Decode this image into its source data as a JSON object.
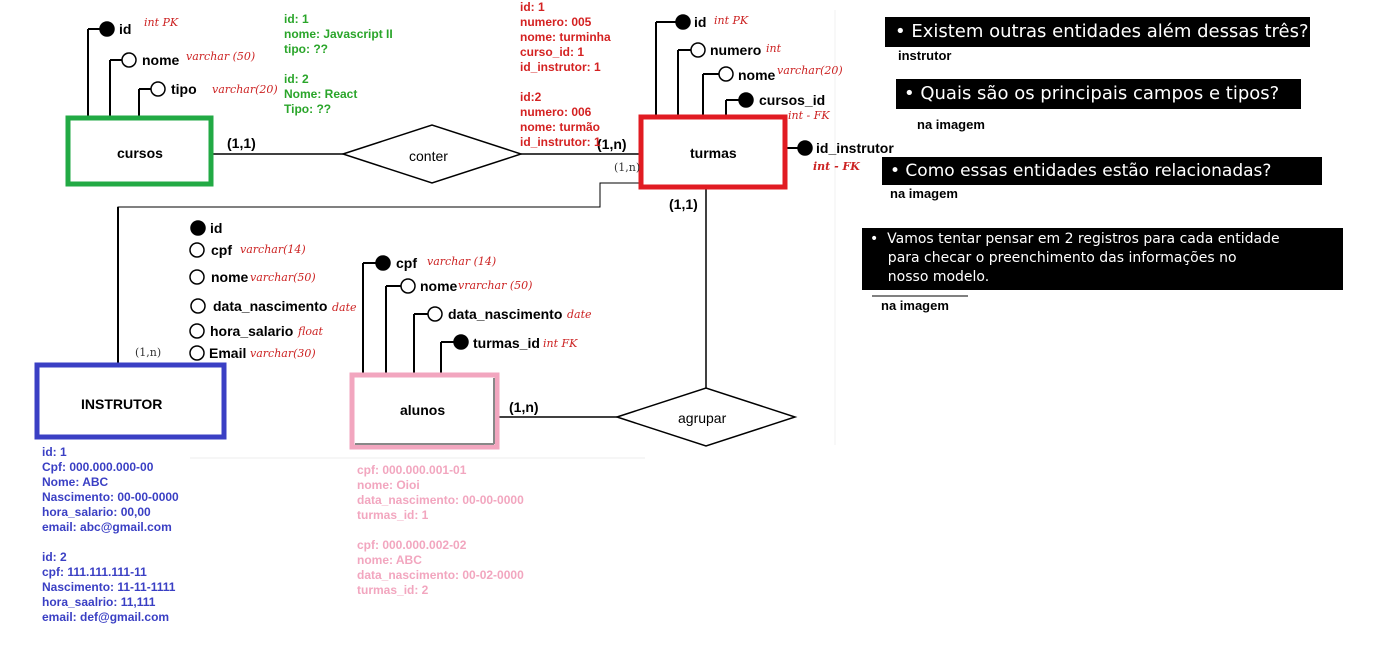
{
  "entities": {
    "cursos": "cursos",
    "turmas": "turmas",
    "instrutor": "INSTRUTOR",
    "alunos": "alunos"
  },
  "relationships": {
    "conter": "conter",
    "agrupar": "agrupar"
  },
  "cardinalities": {
    "cursos_conter": "(1,1)",
    "conter_turmas": "(1,n)",
    "turmas_instrutor_small": "(1,n)",
    "turmas_agrupar": "(1,1)",
    "instrutor_small": "(1,n)",
    "alunos_agrupar": "(1,n)"
  },
  "attributes": {
    "cursos": [
      {
        "name": "id",
        "type": "int  PK",
        "key": true
      },
      {
        "name": "nome",
        "type": "varchar (50)",
        "key": false
      },
      {
        "name": "tipo",
        "type": "varchar(20)",
        "key": false
      }
    ],
    "turmas": [
      {
        "name": "id",
        "type": "int  PK",
        "key": true
      },
      {
        "name": "numero",
        "type": "int",
        "key": false
      },
      {
        "name": "nome",
        "type": "varchar(20)",
        "key": false
      },
      {
        "name": "cursos_id",
        "type": "int - FK",
        "key": true
      },
      {
        "name": "id_instrutor",
        "type": "int - FK",
        "key": true
      }
    ],
    "instrutor": [
      {
        "name": "id",
        "type": "",
        "key": true
      },
      {
        "name": "cpf",
        "type": "varchar(14)",
        "key": false
      },
      {
        "name": "nome",
        "type": "varchar(50)",
        "key": false
      },
      {
        "name": "data_nascimento",
        "type": "date",
        "key": false
      },
      {
        "name": "hora_salario",
        "type": "float",
        "key": false
      },
      {
        "name": "Email",
        "type": "varchar(30)",
        "key": false
      }
    ],
    "alunos": [
      {
        "name": "cpf",
        "type": "varchar (14)",
        "key": true
      },
      {
        "name": "nome",
        "type": "vrarchar (50)",
        "key": false
      },
      {
        "name": "data_nascimento",
        "type": "date",
        "key": false
      },
      {
        "name": "turmas_id",
        "type": "int FK",
        "key": true
      }
    ]
  },
  "records": {
    "cursos": "id: 1\nnome: Javascript II\ntipo: ??\n\nid: 2\nNome: React\nTipo: ??",
    "turmas": "id: 1\nnumero: 005\nnome: turminha\ncurso_id: 1\nid_instrutor: 1\n\nid:2\nnumero: 006\nnome: turmão\nid_instrutor: 1",
    "instrutor": "id: 1\nCpf: 000.000.000-00\nNome: ABC\nNascimento: 00-00-0000\nhora_salario: 00,00\nemail: abc@gmail.com\n\nid: 2\ncpf: 111.111.111-11\nNascimento: 11-11-1111\nhora_saalrio: 11,111\nemail: def@gmail.com",
    "alunos": "cpf: 000.000.001-01\nnome: Oioi\ndata_nascimento: 00-00-0000\nturmas_id: 1\n\ncpf: 000.000.002-02\nnome: ABC\ndata_nascimento: 00-02-0000\nturmas_id: 2"
  },
  "questions": [
    {
      "text": "•  Existem outras entidades além dessas três?",
      "answer": "instrutor"
    },
    {
      "text": "•  Quais são os principais campos e tipos?",
      "answer": "na imagem"
    },
    {
      "text": "•  Como essas entidades estão relacionadas?",
      "answer": "na imagem"
    },
    {
      "text": "•  Vamos tentar pensar em 2 registros para cada entidade\n    para checar o preenchimento das informações no\n    nosso modelo.",
      "answer": "na imagem"
    }
  ],
  "colors": {
    "cursos": "#22aa44",
    "turmas": "#e11b22",
    "instrutor": "#3a3fc4",
    "alunos": "#f2a6bf",
    "type_text": "#cc2222"
  }
}
